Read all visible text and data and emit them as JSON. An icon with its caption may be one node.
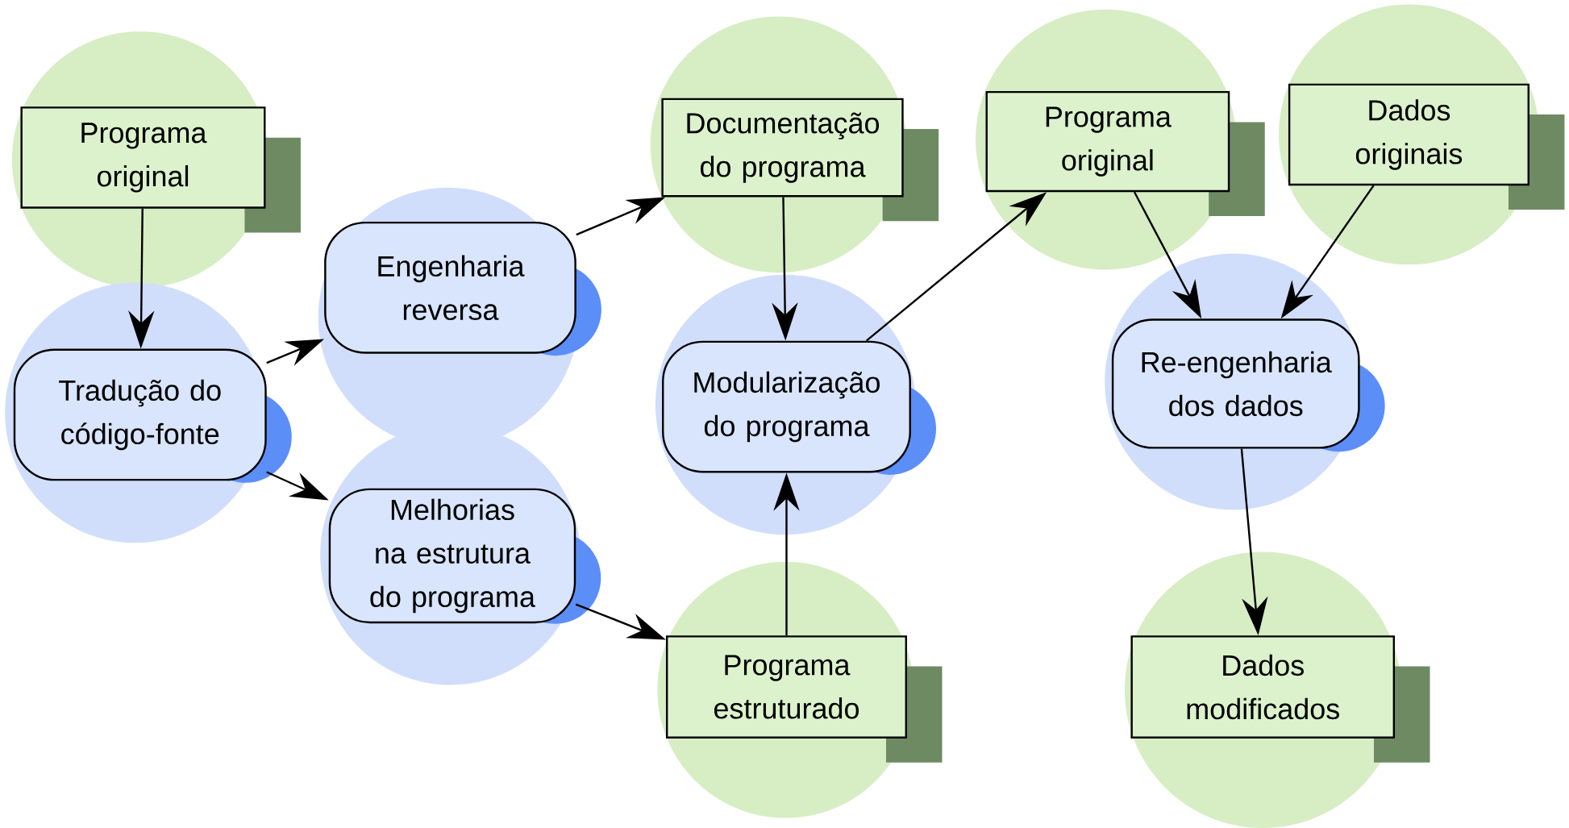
{
  "diagram": {
    "nodes": [
      {
        "text": [
          "Programa original"
        ]
      },
      {
        "text": [
          "Tradução do código-fonte"
        ]
      },
      {
        "text": [
          "Engenharia reversa"
        ]
      },
      {
        "text": [
          "Melhorias na estrutura do programa"
        ]
      },
      {
        "text": [
          "Documentação do programa"
        ]
      },
      {
        "text": [
          "Modularização do programa"
        ]
      },
      {
        "text": [
          "Programa estruturado"
        ]
      },
      {
        "text": [
          "Programa original"
        ]
      },
      {
        "text": [
          "Dados originais"
        ]
      },
      {
        "text": [
          "Re-engenharia dos dados"
        ]
      },
      {
        "text": [
          "Dados modificados"
        ]
      }
    ],
    "edges": [
      {
        "from": 0,
        "to": 1,
        "arrow": "to"
      },
      {
        "from": 1,
        "to": 2,
        "arrow": "to"
      },
      {
        "from": 1,
        "to": 3,
        "arrow": "to"
      },
      {
        "from": 2,
        "to": 4,
        "arrow": "to"
      },
      {
        "from": 4,
        "to": 5,
        "arrow": "to"
      },
      {
        "from": 3,
        "to": 6,
        "arrow": "to"
      },
      {
        "from": 6,
        "to": 5,
        "arrow": "to"
      },
      {
        "from": 5,
        "to": 7,
        "arrow": "to"
      },
      {
        "from": 7,
        "to": 9,
        "arrow": "to"
      },
      {
        "from": 8,
        "to": 9,
        "arrow": "to"
      },
      {
        "from": 9,
        "to": 10,
        "arrow": "to"
      }
    ]
  }
}
